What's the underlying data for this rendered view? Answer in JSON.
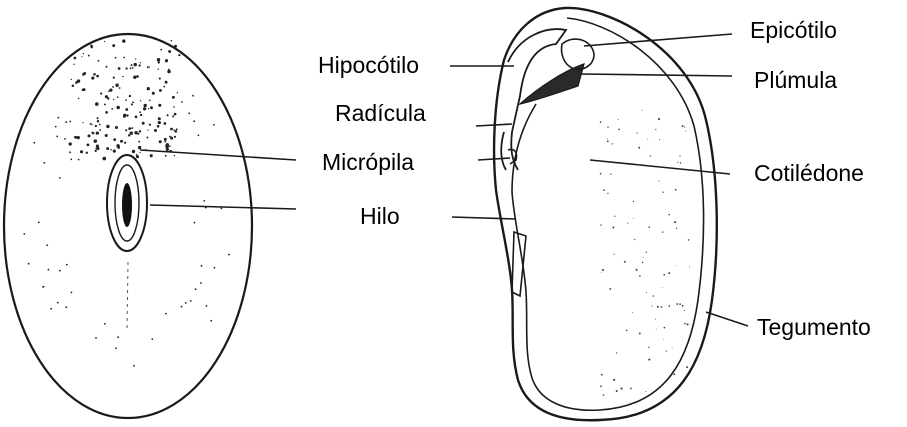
{
  "labels": {
    "hipocotilo": "Hipocótilo",
    "radicula": "Radícula",
    "micropila": "Micrópila",
    "hilo": "Hilo",
    "epicotilo": "Epicótilo",
    "plumula": "Plúmula",
    "cotiledone": "Cotilédone",
    "tegumento": "Tegumento"
  },
  "colors": {
    "ink": "#1a1a1a",
    "paper": "#ffffff"
  }
}
